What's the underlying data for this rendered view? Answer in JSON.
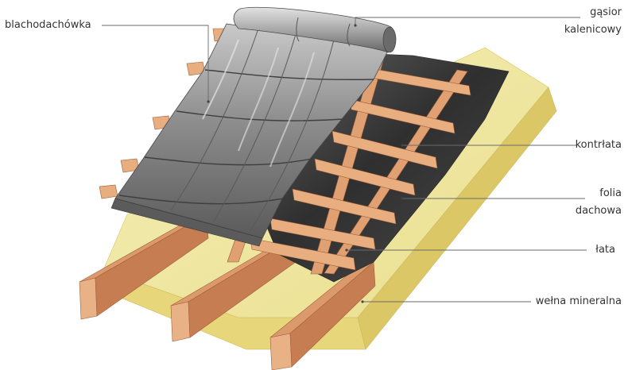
{
  "labels": {
    "blachodachowka": "blachodachówka",
    "gasior_1": "gąsior",
    "gasior_2": "kalenicowy",
    "kontrlata": "kontrłata",
    "folia_1": "folia",
    "folia_2": "dachowa",
    "lata": "łata",
    "welna": "wełna mineralna"
  },
  "colors": {
    "wool_top": "#f1e9a4",
    "wool_side": "#e8d77c",
    "wood_light": "#e6a77a",
    "wood_mid": "#d08a60",
    "wood_dark": "#b56e47",
    "membrane": "#3a3a3a",
    "tile_light": "#b9b9b9",
    "tile_dark": "#6e6e6e",
    "leader": "#6a6a6a",
    "text": "#333333"
  }
}
